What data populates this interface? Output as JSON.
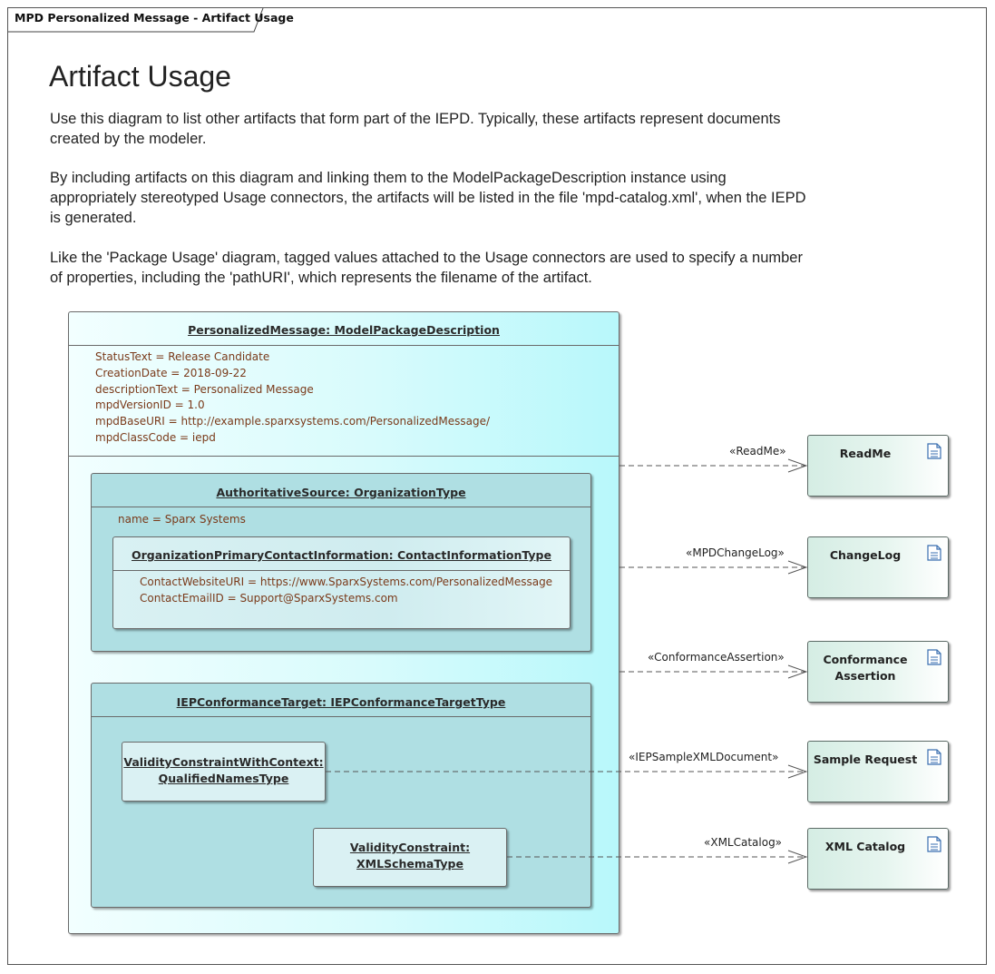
{
  "frame": {
    "title": "MPD Personalized Message - Artifact Usage"
  },
  "note": {
    "heading": "Artifact Usage",
    "paragraphs": [
      "Use this diagram to list other artifacts that form part of the IEPD.  Typically, these artifacts represent documents created by the modeler.",
      "By including artifacts on this diagram and linking them to the ModelPackageDescription instance using appropriately stereotyped Usage connectors, the artifacts will be listed in the file 'mpd-catalog.xml', when the IEPD is generated.",
      "Like the 'Package Usage' diagram, tagged values attached to the Usage connectors are used to specify a number of properties, including the 'pathURI', which represents the filename of the artifact."
    ]
  },
  "model_package": {
    "title": "PersonalizedMessage: ModelPackageDescription",
    "attributes": [
      "StatusText = Release Candidate",
      "CreationDate = 2018-09-22",
      "descriptionText = Personalized Message",
      "mpdVersionID = 1.0",
      "mpdBaseURI = http://example.sparxsystems.com/PersonalizedMessage/",
      "mpdClassCode = iepd"
    ]
  },
  "authoritative_source": {
    "title": "AuthoritativeSource: OrganizationType",
    "attributes": [
      "name = Sparx Systems"
    ],
    "contact": {
      "title": "OrganizationPrimaryContactInformation: ContactInformationType",
      "attributes": [
        "ContactWebsiteURI = https://www.SparxSystems.com/PersonalizedMessage",
        "ContactEmailID = Support@SparxSystems.com"
      ]
    }
  },
  "conformance_target": {
    "title": "IEPConformanceTarget: IEPConformanceTargetType",
    "constraint_with_context": {
      "line1": "ValidityConstraintWithContext:",
      "line2": "QualifiedNamesType"
    },
    "constraint": {
      "line1": "ValidityConstraint:",
      "line2": "XMLSchemaType"
    }
  },
  "artifacts": [
    {
      "name": "ReadMe",
      "stereotype": "«ReadMe»",
      "icon": "document-icon"
    },
    {
      "name": "ChangeLog",
      "stereotype": "«MPDChangeLog»",
      "icon": "document-icon"
    },
    {
      "name": "Conformance Assertion",
      "line1": "Conformance",
      "line2": "Assertion",
      "stereotype": "«ConformanceAssertion»",
      "icon": "document-icon"
    },
    {
      "name": "Sample Request",
      "stereotype": "«IEPSampleXMLDocument»",
      "icon": "document-icon"
    },
    {
      "name": "XML Catalog",
      "stereotype": "«XMLCatalog»",
      "icon": "document-icon"
    }
  ],
  "colors": {
    "outer_fill": "#d8fbfc",
    "inner_fill": "#afdfe3",
    "artifact_fill": "#d5ede4",
    "attribute_text": "#7a3a1a"
  }
}
